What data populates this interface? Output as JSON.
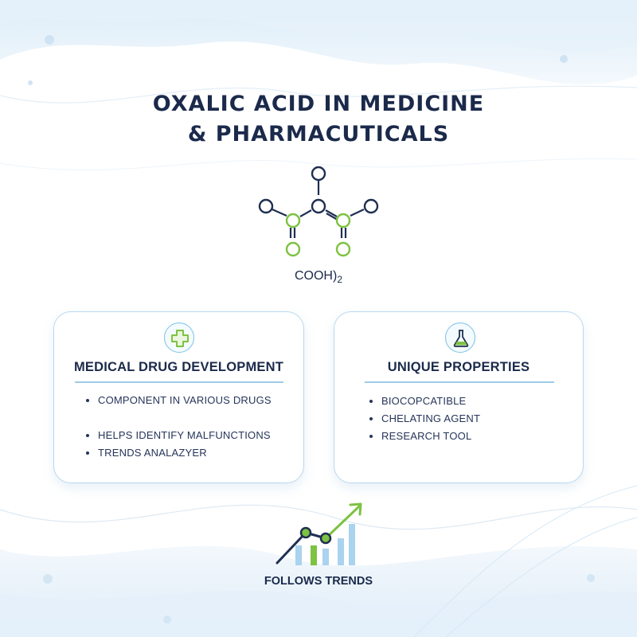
{
  "title": {
    "line1": "OXALIC ACID IN MEDICINE",
    "line2": "& PHARMACUTICALS"
  },
  "formula": {
    "text": "COOH)",
    "subscript": "2"
  },
  "cards": [
    {
      "icon": "medical-cross-icon",
      "title": "MEDICAL DRUG DEVELOPMENT",
      "items": [
        "COMPONENT IN VARIOUS DRUGS",
        "HELPS IDENTIFY MALFUNCTIONS",
        "TRENDS ANALAZYER"
      ]
    },
    {
      "icon": "flask-icon",
      "title": "UNIQUE PROPERTIES",
      "items": [
        "BIOCOPCATIBLE",
        "CHELATING AGENT",
        "RESEARCH TOOL"
      ]
    }
  ],
  "trend": {
    "icon": "trend-chart-icon",
    "label": "FOLLOWS TRENDS"
  },
  "colors": {
    "navy": "#1b2a4b",
    "green": "#7dc242",
    "light_blue": "#b9d8ee",
    "chart_blue": "#a9d3ef"
  }
}
